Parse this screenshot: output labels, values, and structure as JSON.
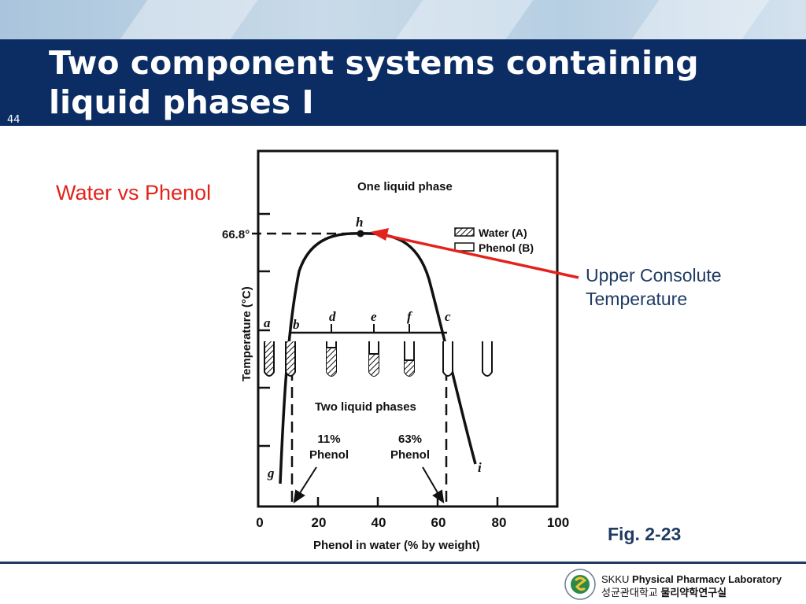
{
  "slide": {
    "title_line1": "Two component systems containing",
    "title_line2": "liquid phases I",
    "page_number": "44",
    "subtitle": "Water vs Phenol",
    "annotation_line1": "Upper Consolute",
    "annotation_line2": "Temperature",
    "figure_label": "Fig. 2-23"
  },
  "diagram": {
    "one_phase_label": "One liquid phase",
    "two_phase_label": "Two liquid phases",
    "y_axis_label": "Temperature (°C)",
    "x_axis_label": "Phenol in water (% by weight)",
    "x_ticks": [
      "0",
      "20",
      "40",
      "60",
      "80",
      "100"
    ],
    "critical_temp_label": "66.8°",
    "legend_water": "Water (A)",
    "legend_phenol": "Phenol (B)",
    "point_labels": {
      "a": "a",
      "b": "b",
      "c": "c",
      "d": "d",
      "e": "e",
      "f": "f",
      "g": "g",
      "h": "h",
      "i": "i"
    },
    "left_comp_value": "11%",
    "left_comp_unit": "Phenol",
    "right_comp_value": "63%",
    "right_comp_unit": "Phenol",
    "accent_color": "#e3231b"
  },
  "footer": {
    "org_prefix": "SKKU",
    "org_name": "Physical Pharmacy Laboratory",
    "korean_prefix": "성균관대학교",
    "korean_name": "물리약학연구실"
  }
}
